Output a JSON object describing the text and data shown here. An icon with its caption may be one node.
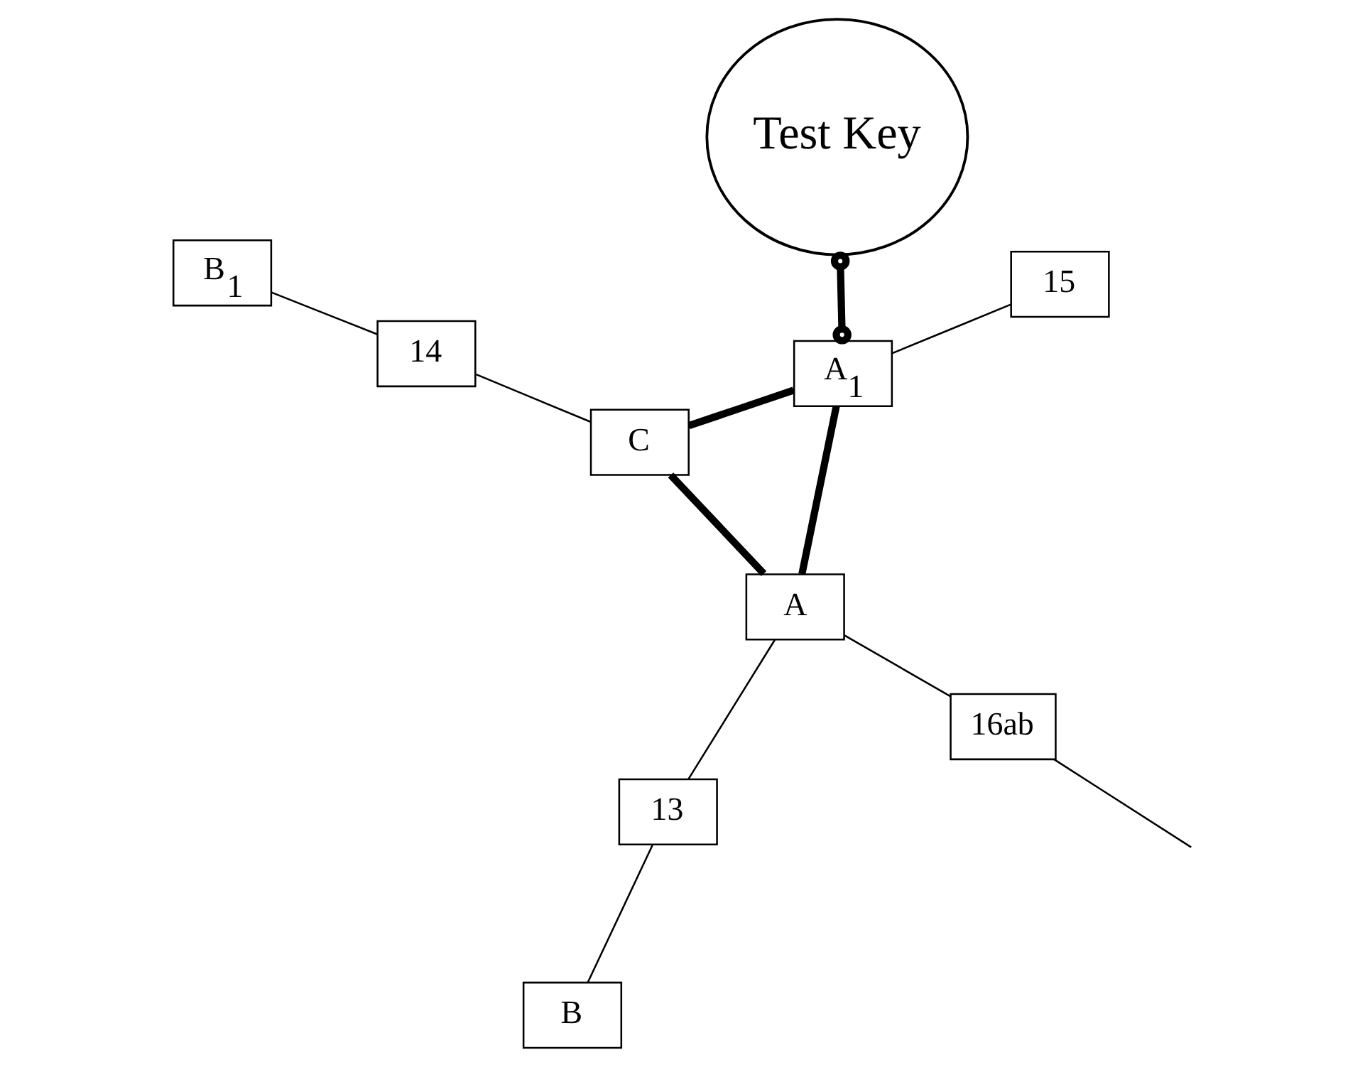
{
  "diagram": {
    "nodes": [
      {
        "text": [
          "C"
        ]
      },
      {
        "text": [
          "B"
        ]
      },
      {
        "text": [
          "14"
        ]
      },
      {
        "text": [
          "B$_{1}$"
        ]
      },
      {
        "text": [
          "Test Key"
        ]
      },
      {
        "text": [
          "13"
        ]
      },
      {
        "text": [
          "15"
        ]
      },
      {
        "text": [
          "A"
        ]
      },
      {
        "text": [
          "16ab"
        ]
      },
      {
        "text": [
          "A$_{1}$"
        ]
      }
    ],
    "edges": [
      {
        "from": 7,
        "to": 0,
        "arrow": "none",
        "style": "thick"
      },
      {
        "from": 0,
        "to": 9,
        "arrow": "none",
        "style": "thick"
      },
      {
        "from": 7,
        "to": 9,
        "arrow": "none",
        "style": "thick"
      },
      {
        "from": 0,
        "to": 2,
        "arrow": "none"
      },
      {
        "from": 2,
        "to": 3,
        "arrow": "none"
      },
      {
        "from": 1,
        "to": 5,
        "arrow": "none"
      },
      {
        "from": 7,
        "to": 5,
        "arrow": "none"
      },
      {
        "from": 7,
        "to": 8,
        "arrow": "none"
      },
      {
        "from": 8,
        "to": null,
        "arrow": "none"
      },
      {
        "from": 6,
        "to": 9,
        "arrow": "none"
      },
      {
        "from": 4,
        "to": 9,
        "arrow": "other",
        "style": "thick"
      }
    ]
  }
}
